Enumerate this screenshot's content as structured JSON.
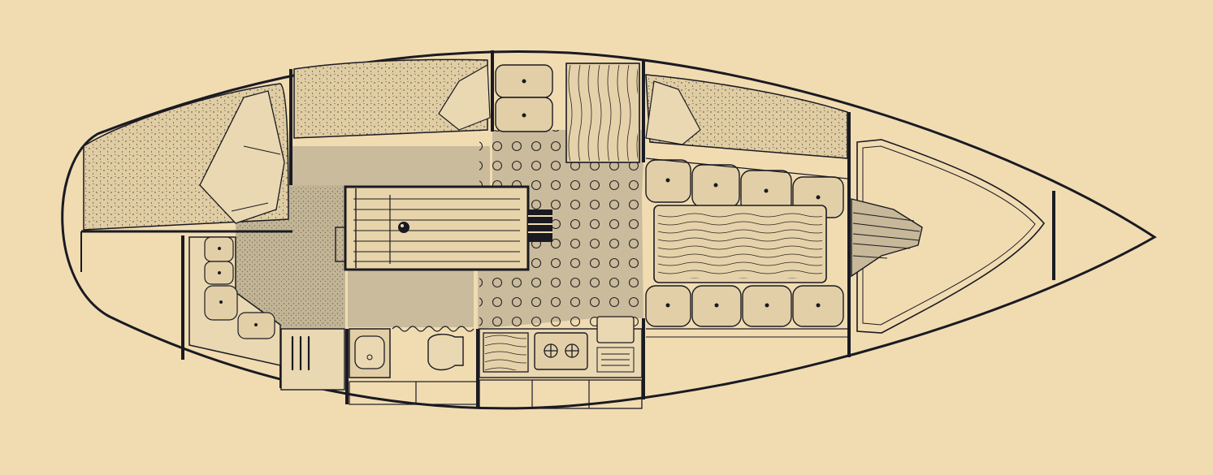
{
  "drawing": {
    "paper_color": "#f1dcb2",
    "line_color": "#1a1a22",
    "shade_light": "#d2c4a4",
    "shade_mid": "#c6b899",
    "cushion_fill": "#e2cfa7",
    "wood_fill": "#e6d2aa",
    "areas": [
      "aft-cabin-berth",
      "aft-quarter-berth",
      "port-settee",
      "chart-table",
      "navigation-seat",
      "companionway-steps",
      "galley",
      "heads",
      "saloon-table",
      "saloon-settee-starboard",
      "saloon-settee-port",
      "forepeak-vberth",
      "anchor-locker"
    ]
  }
}
